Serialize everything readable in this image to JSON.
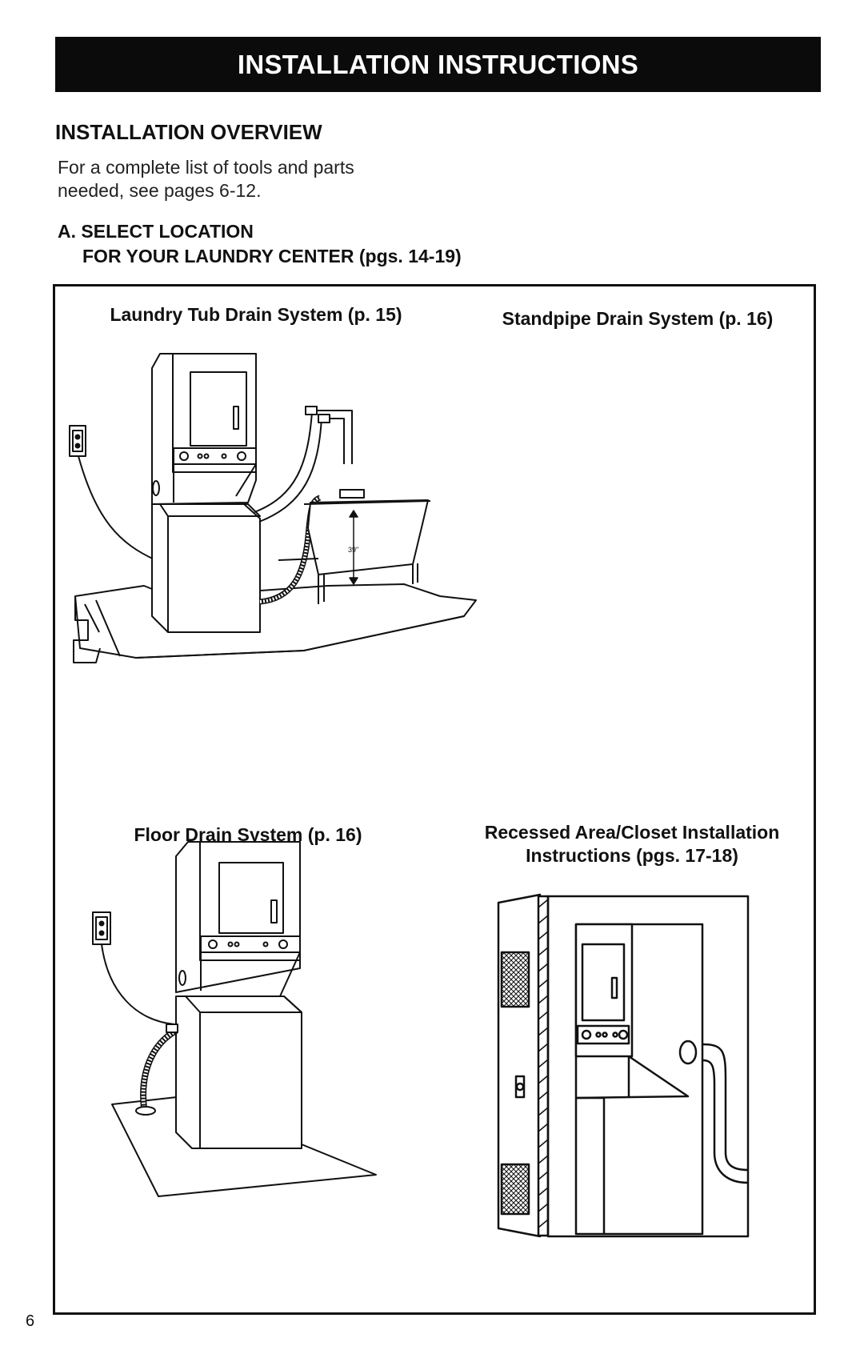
{
  "header": {
    "title": "INSTALLATION INSTRUCTIONS"
  },
  "overview": {
    "heading": "INSTALLATION OVERVIEW",
    "intro_line1": "For a complete list of tools and parts",
    "intro_line2": "needed, see pages 6-12."
  },
  "step_a": {
    "line1": "A. SELECT LOCATION",
    "line2": "FOR YOUR LAUNDRY CENTER (pgs. 14-19)"
  },
  "illustrations": {
    "laundry_tub": {
      "caption": "Laundry Tub Drain System (p. 15)",
      "measurement": "39\""
    },
    "standpipe": {
      "caption": "Standpipe Drain System (p. 16)"
    },
    "floor_drain": {
      "caption": "Floor Drain System (p. 16)"
    },
    "closet": {
      "caption_line1": "Recessed Area/Closet Installation",
      "caption_line2": "Instructions (pgs. 17-18)"
    }
  },
  "footer": {
    "page_number": "6"
  }
}
